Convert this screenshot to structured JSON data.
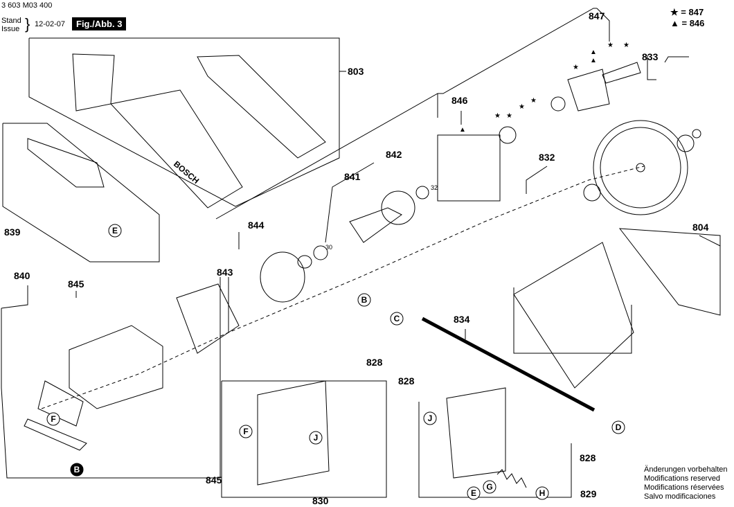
{
  "header": {
    "doc_number": "3 603 M03 400",
    "stand_label": "Stand",
    "issue_label": "Issue",
    "date": "12-02-07",
    "figure": "Fig./Abb. 3"
  },
  "legend": [
    {
      "symbol": "★",
      "text": "= 847"
    },
    {
      "symbol": "▲",
      "text": "= 846"
    }
  ],
  "part_numbers": [
    "847",
    "833",
    "803",
    "846",
    "842",
    "841",
    "832",
    "804",
    "839",
    "844",
    "843",
    "840",
    "845",
    "834",
    "828",
    "828",
    "828",
    "830",
    "829",
    "845"
  ],
  "circle_labels": [
    "E",
    "B",
    "C",
    "D",
    "F",
    "F",
    "J",
    "J",
    "E",
    "G",
    "H",
    "B"
  ],
  "small_labels": [
    "32",
    "30"
  ],
  "logo_text": "BOSCH",
  "notice": [
    "Änderungen vorbehalten",
    "Modifications reserved",
    "Modifications réservées",
    "Salvo modificaciones"
  ]
}
